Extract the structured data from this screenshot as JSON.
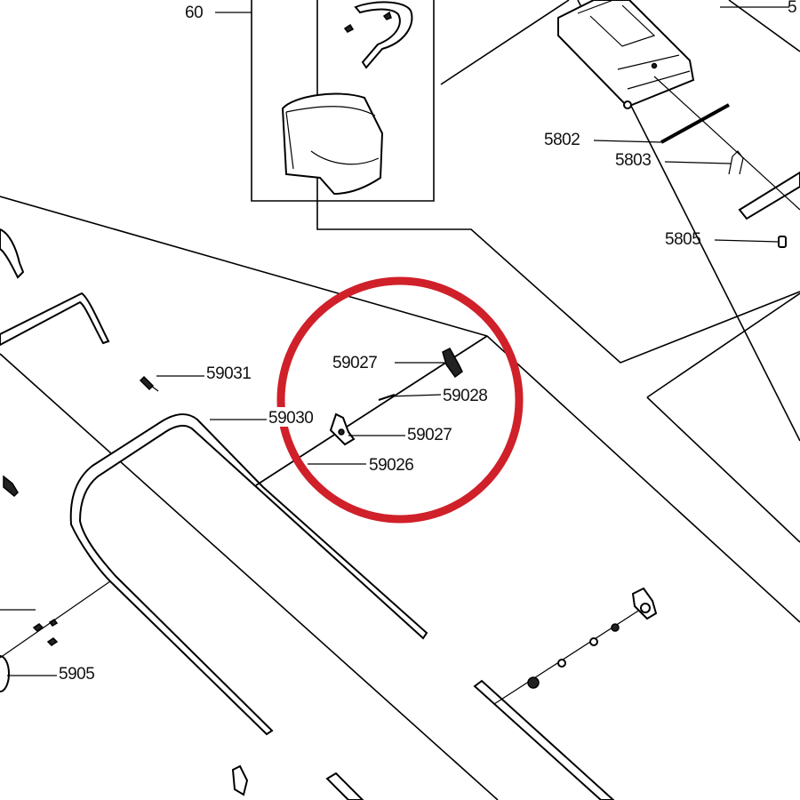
{
  "diagram": {
    "labels": {
      "p60": "60",
      "p5802": "5802",
      "p5803": "5803",
      "p5805": "5805",
      "p59031": "59031",
      "p59030": "59030",
      "p59027a": "59027",
      "p59028": "59028",
      "p59027b": "59027",
      "p59026": "59026",
      "p5905": "5905",
      "p5_edge": "5"
    },
    "highlight_color": "#d0202a",
    "line_color": "#000000",
    "background_color": "#ffffff"
  }
}
